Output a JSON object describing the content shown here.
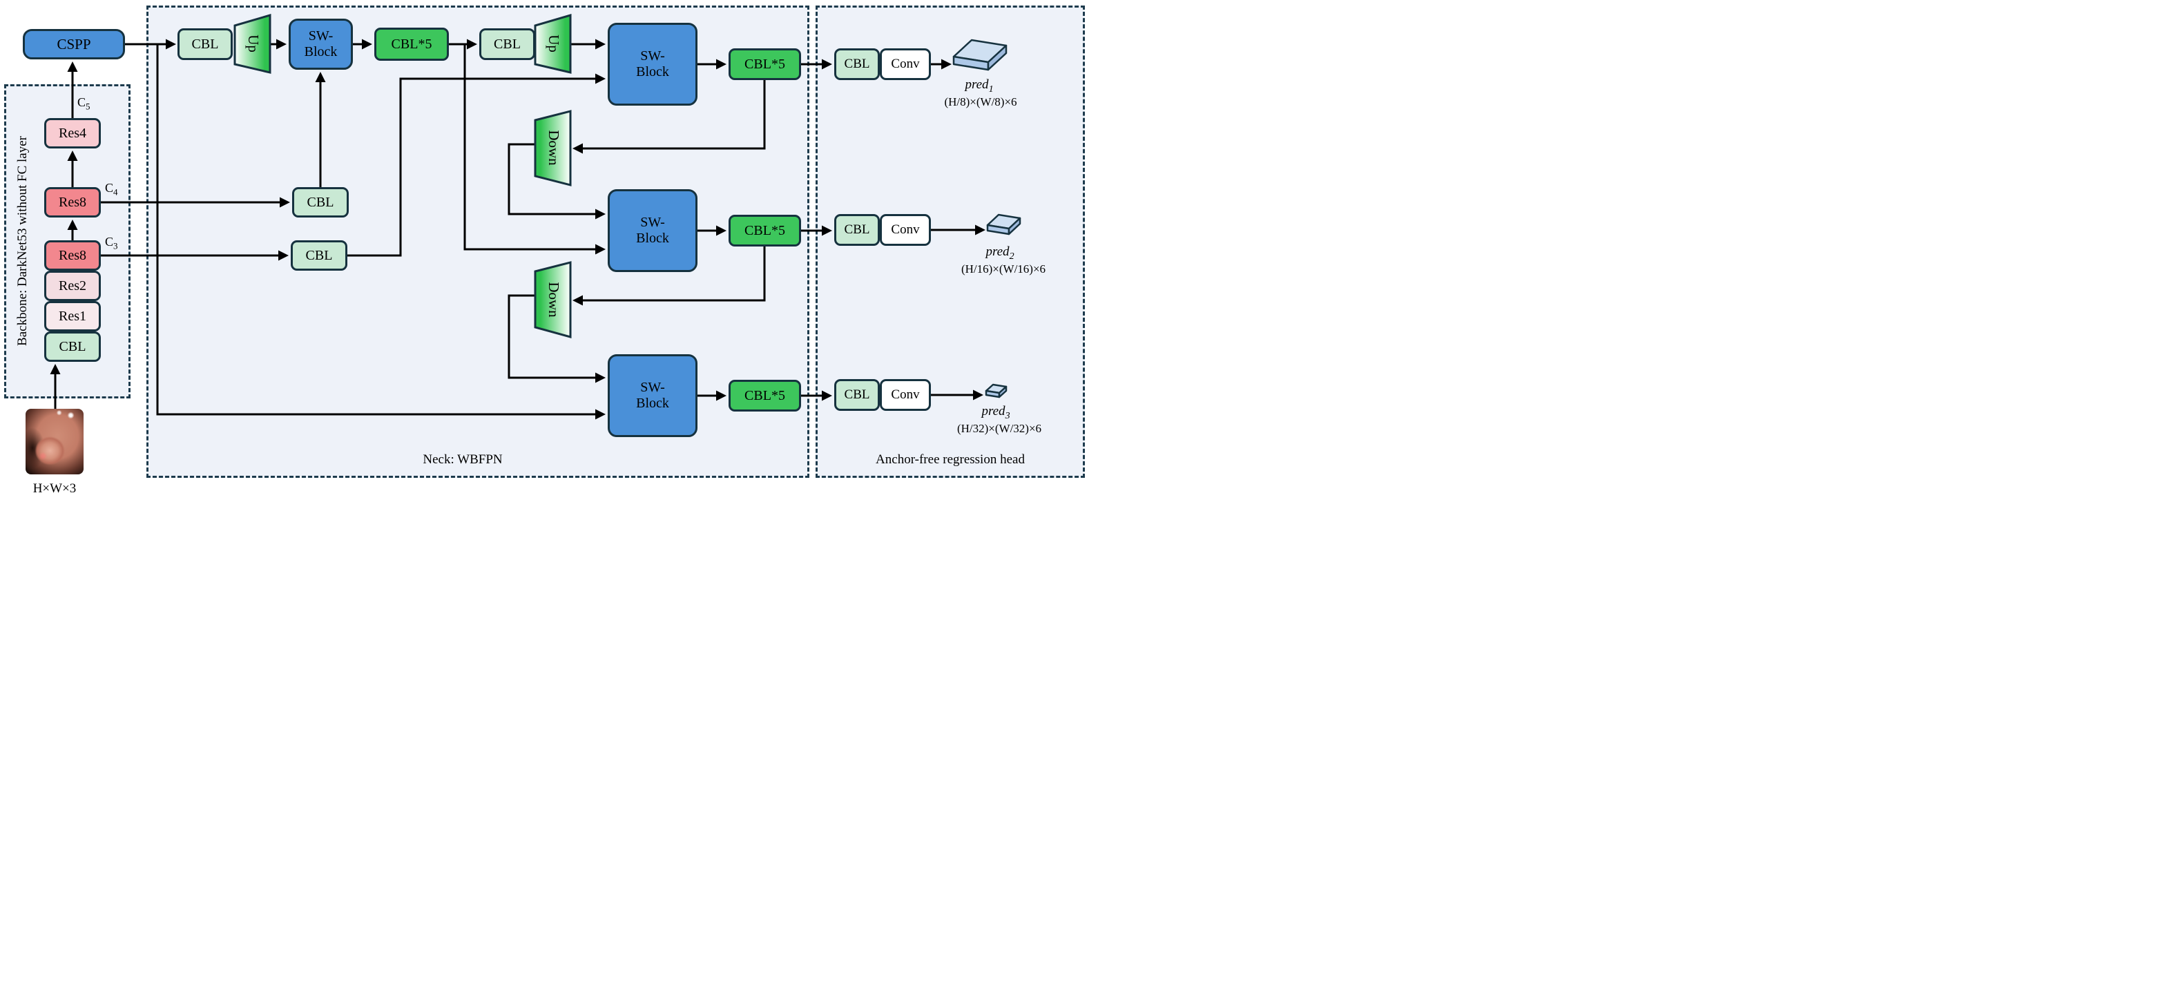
{
  "backbone": {
    "label": "Backbone: DarkNet53 without FC layer",
    "cspp": "CSPP",
    "res4": "Res4",
    "res8_c4": "Res8",
    "res8_c3": "Res8",
    "res2": "Res2",
    "res1": "Res1",
    "cbl": "CBL",
    "c5": "C",
    "c5_sub": "5",
    "c4": "C",
    "c4_sub": "4",
    "c3": "C",
    "c3_sub": "3",
    "input_caption": "H×W×3"
  },
  "neck": {
    "label": "Neck: WBFPN",
    "cbl1": "CBL",
    "up1": "Up",
    "sw1": "SW-\nBlock",
    "cbl5_1": "CBL*5",
    "cbl2": "CBL",
    "up2": "Up",
    "sw2": "SW-\nBlock",
    "cbl5_2": "CBL*5",
    "cbl_c4": "CBL",
    "cbl_c3": "CBL",
    "down1": "Down",
    "sw3": "SW-\nBlock",
    "cbl5_3": "CBL*5",
    "down2": "Down",
    "sw4": "SW-\nBlock",
    "cbl5_4": "CBL*5"
  },
  "head": {
    "label": "Anchor-free regression head",
    "rows": [
      {
        "cbl": "CBL",
        "conv": "Conv",
        "pred": "pred",
        "pred_sub": "1",
        "size": "(H/8)×(W/8)×6"
      },
      {
        "cbl": "CBL",
        "conv": "Conv",
        "pred": "pred",
        "pred_sub": "2",
        "size": "(H/16)×(W/16)×6"
      },
      {
        "cbl": "CBL",
        "conv": "Conv",
        "pred": "pred",
        "pred_sub": "3",
        "size": "(H/32)×(W/32)×6"
      }
    ]
  },
  "colors": {
    "block_blue": "#4a90d8",
    "bright_green": "#3dc65c",
    "light_green": "#c9e9d4",
    "salmon": "#f2878e",
    "pink": "#f8ccd2",
    "pale_pink": "#f3dde2",
    "paler_pink": "#f7e9ec",
    "cube_blue": "#adc8e8",
    "panel_fill": "#eef2f9",
    "border_dark": "#16323f"
  }
}
